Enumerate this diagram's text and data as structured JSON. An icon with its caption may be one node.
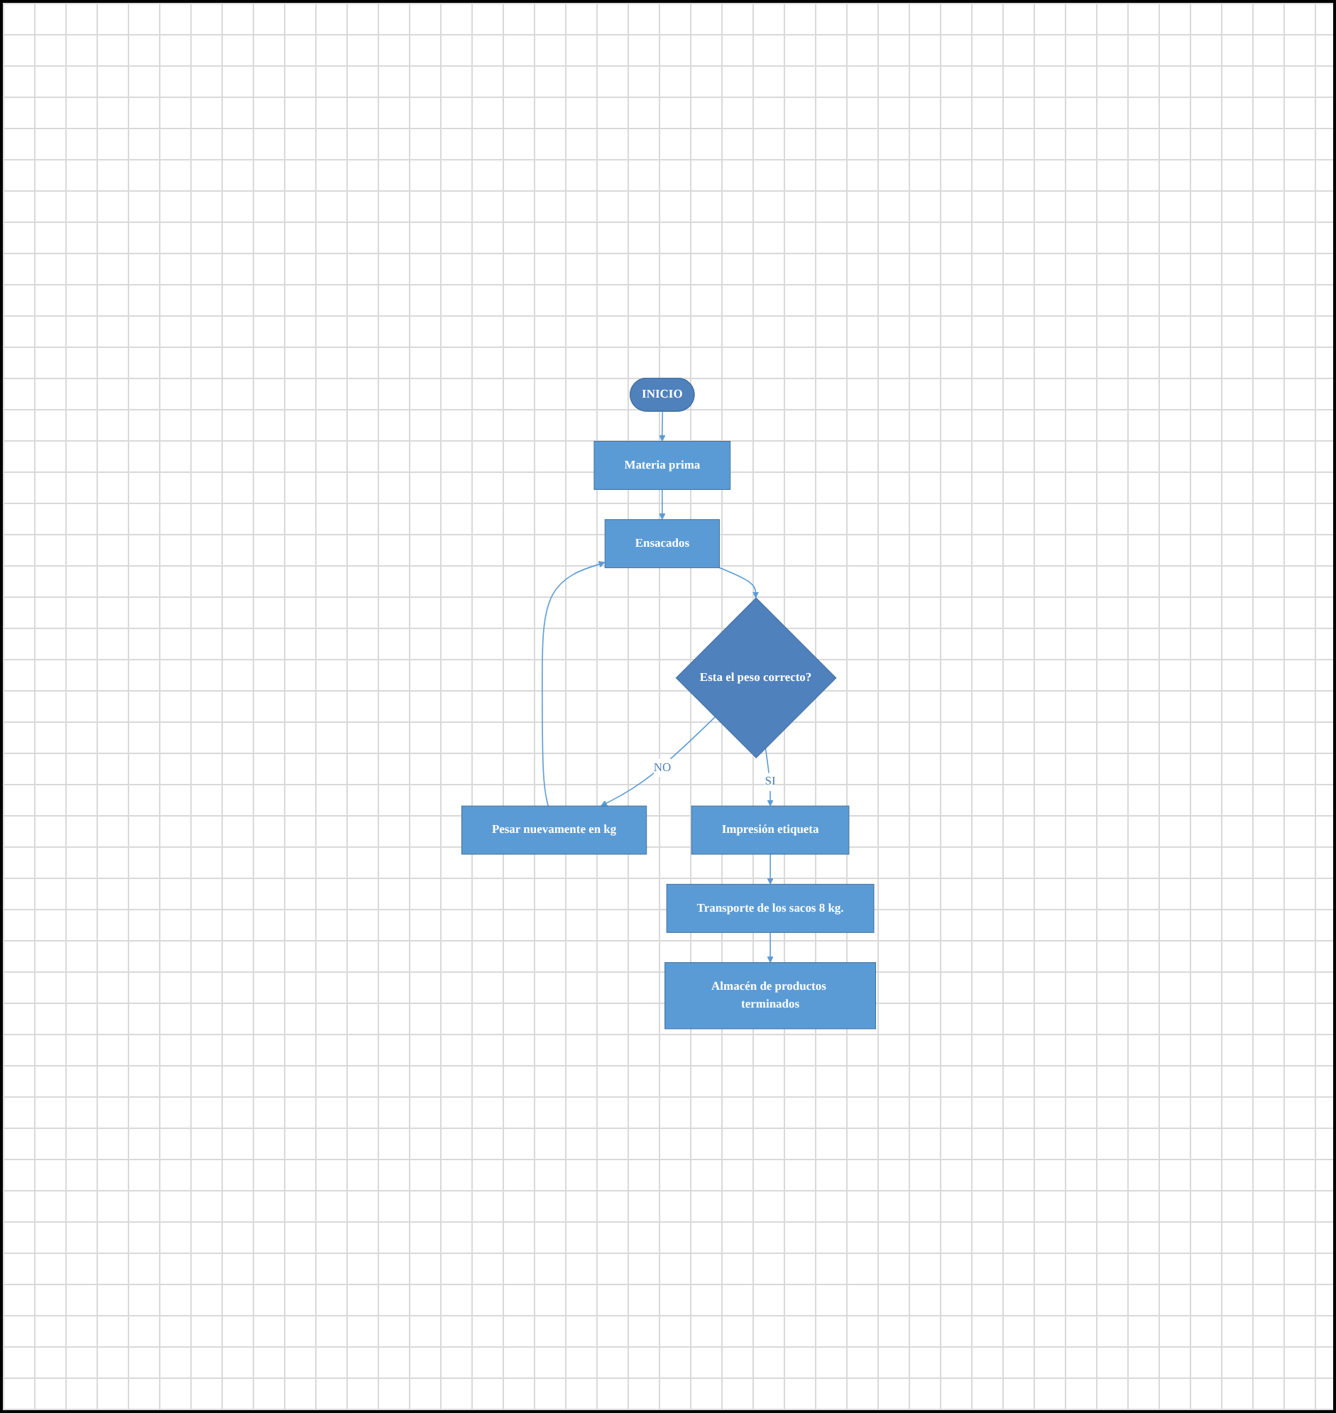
{
  "diagram": {
    "nodes": [
      {
        "text": [
          "INICIO"
        ]
      },
      {
        "text": [
          "Materia prima"
        ]
      },
      {
        "text": [
          "Ensacados"
        ]
      },
      {
        "text": [
          "Esta el peso correcto?"
        ]
      },
      {
        "text": [
          "Pesar nuevamente en kg"
        ]
      },
      {
        "text": [
          "Impresión etiqueta"
        ]
      },
      {
        "text": [
          "Transporte de los sacos 8 kg."
        ]
      },
      {
        "text": [
          "Almacén de productos terminados"
        ]
      }
    ],
    "edges": [
      {
        "from": 0,
        "to": 1,
        "arrow": "to"
      },
      {
        "from": 1,
        "to": 2,
        "arrow": "to"
      },
      {
        "from": 2,
        "to": 3,
        "arrow": "to"
      },
      {
        "from": 3,
        "to": 4,
        "arrow": "to",
        "label": "NO"
      },
      {
        "from": 4,
        "to": 2,
        "arrow": "to"
      },
      {
        "from": 3,
        "to": 5,
        "arrow": "to",
        "label": "SI"
      },
      {
        "from": 5,
        "to": 6,
        "arrow": "to"
      },
      {
        "from": 6,
        "to": 7,
        "arrow": "to"
      }
    ]
  }
}
